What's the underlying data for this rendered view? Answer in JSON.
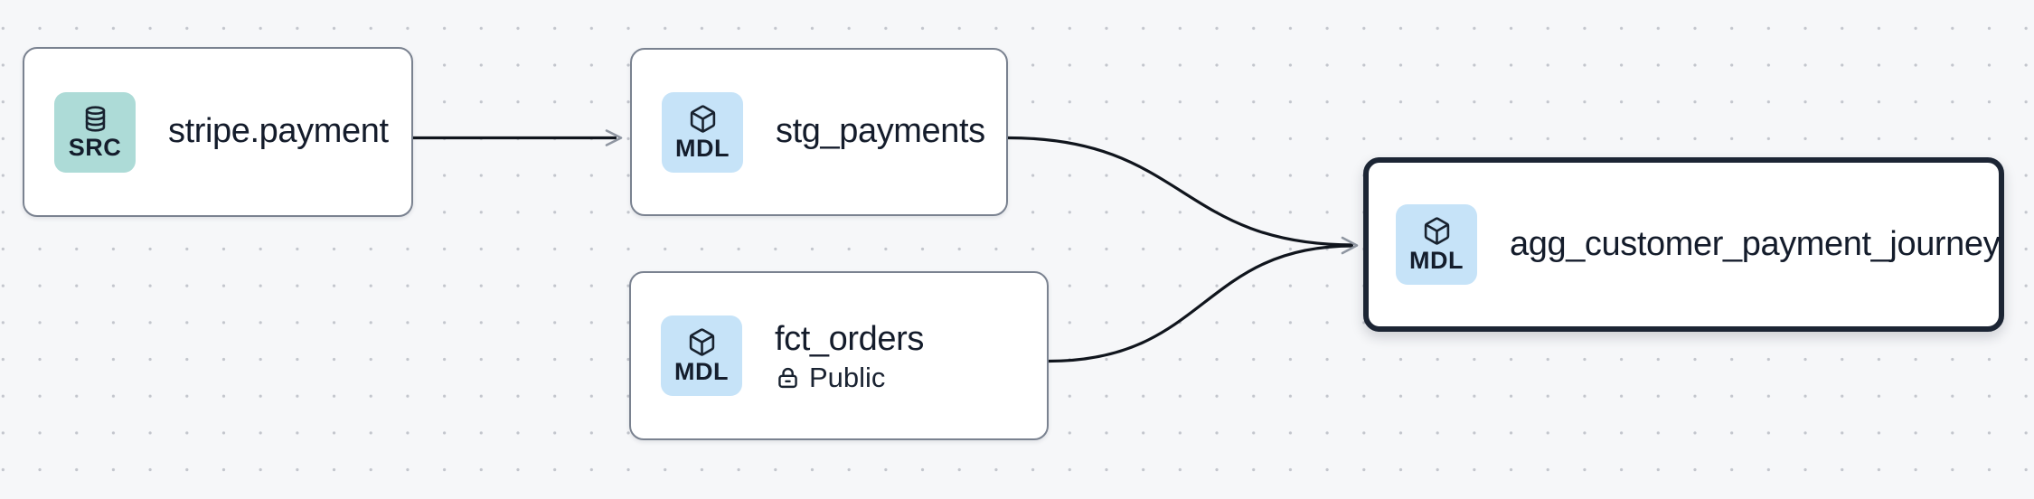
{
  "app": {
    "name": "lineage-graph-canvas"
  },
  "canvas": {
    "background": "#f6f7f9",
    "dot_color": "#c3c6cd"
  },
  "colors": {
    "node_bg": "#ffffff",
    "node_border": "#7a8290",
    "node_border_selected": "#1c2534",
    "badge_teal": "#addbd7",
    "badge_blue": "#c6e3f8",
    "text": "#141c2b",
    "edge": "#10151d",
    "arrowhead": "#8f96a1"
  },
  "nodes": [
    {
      "id": "stripe.payment",
      "type": "source",
      "badge": {
        "label": "SRC",
        "icon": "database-icon"
      },
      "title": "stripe.payment",
      "selected": false
    },
    {
      "id": "stg_payments",
      "type": "model",
      "badge": {
        "label": "MDL",
        "icon": "cube-icon"
      },
      "title": "stg_payments",
      "selected": false
    },
    {
      "id": "fct_orders",
      "type": "model",
      "badge": {
        "label": "MDL",
        "icon": "cube-icon"
      },
      "title": "fct_orders",
      "access": {
        "icon": "lock-open-icon",
        "label": "Public"
      },
      "selected": false
    },
    {
      "id": "agg_customer_payment_journey",
      "type": "model",
      "badge": {
        "label": "MDL",
        "icon": "cube-icon"
      },
      "title": "agg_customer_payment_journey",
      "selected": true
    }
  ],
  "edges": [
    {
      "from": "stripe.payment",
      "to": "stg_payments"
    },
    {
      "from": "stg_payments",
      "to": "agg_customer_payment_journey"
    },
    {
      "from": "fct_orders",
      "to": "agg_customer_payment_journey"
    }
  ]
}
